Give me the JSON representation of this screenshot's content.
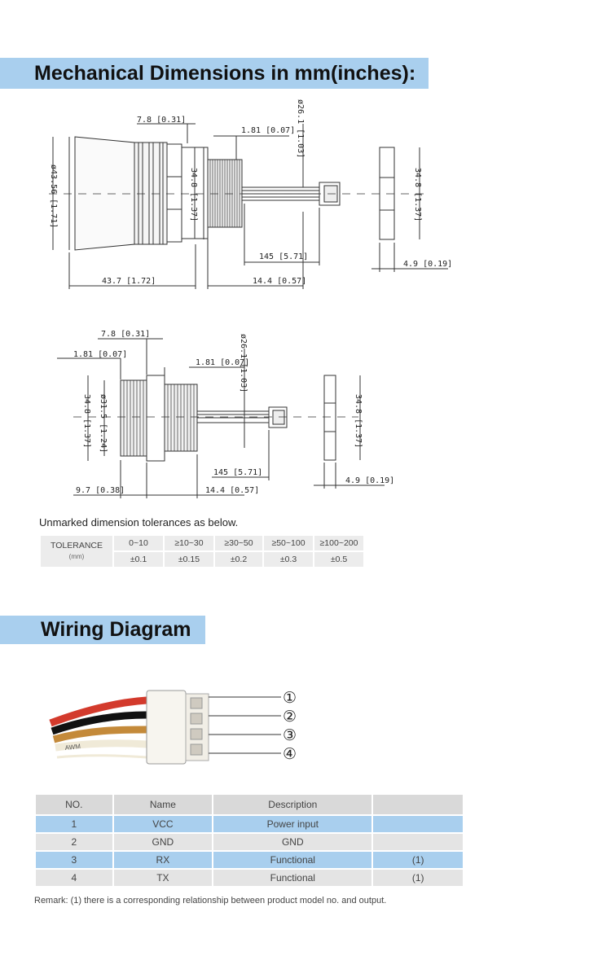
{
  "sections": {
    "mechanical_title": "Mechanical Dimensions in mm(inches):",
    "wiring_title": "Wiring Diagram"
  },
  "drawing1": {
    "d1": "7.8 [0.31]",
    "d2": "1.81 [0.07]",
    "d3": "ø26.1 [1.03]",
    "d4": "ø43.56 [1.71]",
    "d5": "34.8 [1.37]",
    "d6": "34.8 [1.37]",
    "d7": "145 [5.71]",
    "d8": "4.9 [0.19]",
    "d9": "43.7 [1.72]",
    "d10": "14.4 [0.57]"
  },
  "drawing2": {
    "d1": "7.8 [0.31]",
    "d2": "1.81 [0.07]",
    "d3": "1.81 [0.07]",
    "d4": "ø26.1 [1.03]",
    "d5": "34.8 [1.37]",
    "d6": "ø31.5 [1.24]",
    "d7": "34.8 [1.37]",
    "d8": "145 [5.71]",
    "d9": "4.9 [0.19]",
    "d10": "9.7 [0.38]",
    "d11": "14.4 [0.57]"
  },
  "tolerance": {
    "note": "Unmarked dimension tolerances as below.",
    "label": "TOLERANCE",
    "unit": "(mm)",
    "ranges": [
      "0~10",
      "≥10~30",
      "≥30~50",
      "≥50~100",
      "≥100~200"
    ],
    "values": [
      "±0.1",
      "±0.15",
      "±0.2",
      "±0.3",
      "±0.5"
    ]
  },
  "wiring": {
    "pins": [
      "①",
      "②",
      "③",
      "④"
    ],
    "cable_marking": "AWM",
    "headers": [
      "NO.",
      "Name",
      "Description",
      ""
    ],
    "rows": [
      {
        "no": "1",
        "name": "VCC",
        "desc": "Power input",
        "note": ""
      },
      {
        "no": "2",
        "name": "GND",
        "desc": "GND",
        "note": ""
      },
      {
        "no": "3",
        "name": "RX",
        "desc": "Functional",
        "note": "(1)"
      },
      {
        "no": "4",
        "name": "TX",
        "desc": "Functional",
        "note": "(1)"
      }
    ],
    "remark": "Remark: (1) there is a corresponding relationship between product model no. and output."
  }
}
